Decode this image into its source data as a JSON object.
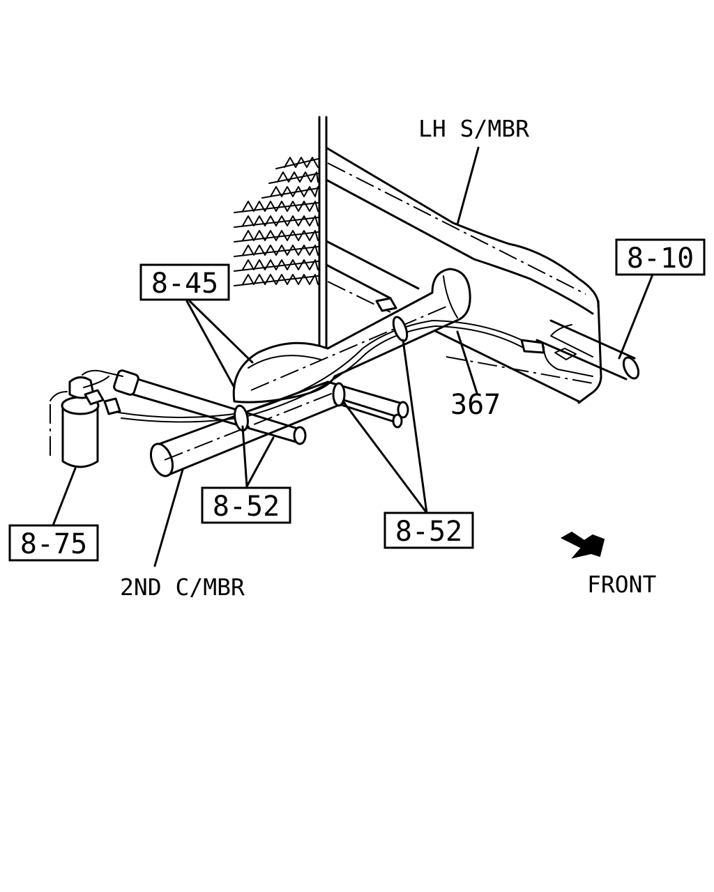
{
  "callouts": {
    "c_8_10": "8-10",
    "c_8_45": "8-45",
    "c_8_52_left": "8-52",
    "c_8_52_right": "8-52",
    "c_8_75": "8-75"
  },
  "labels": {
    "lh_smbr": "LH S/MBR",
    "part_367": "367",
    "second_cmbr": "2ND C/MBR",
    "front": "FRONT"
  },
  "icons": {
    "front_arrow": "front-arrow-icon",
    "lattice": "crossmember-lattice-icon"
  }
}
